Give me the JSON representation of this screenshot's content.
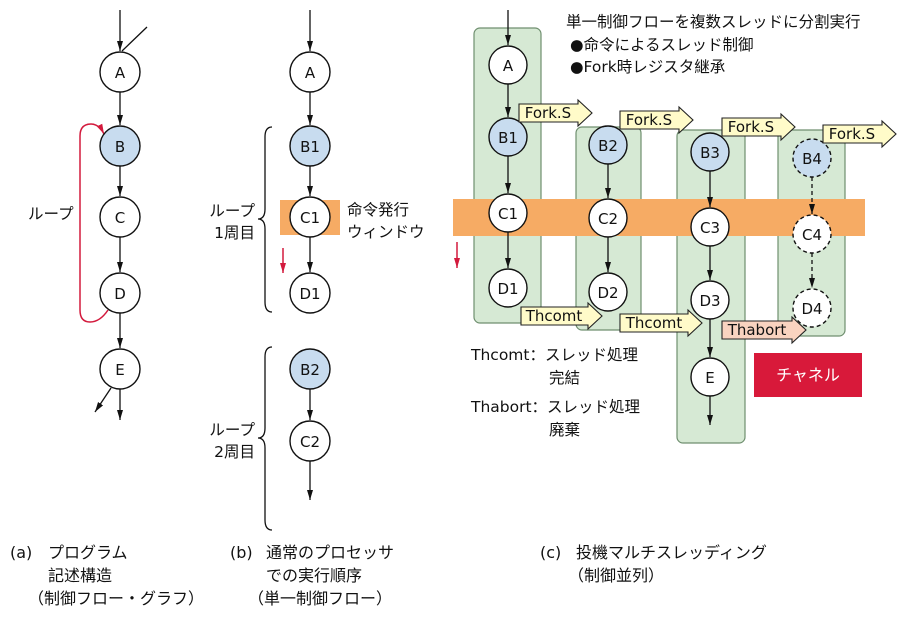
{
  "colors": {
    "node_fill": "#ffffff",
    "highlight_node_fill": "#c8dcef",
    "issue_window_fill": "#f6ab64",
    "thread_panel_fill": "#d6e9d4",
    "accent_red": "#d31a3d",
    "command_arrow_fill": "#fffbc9",
    "thabort_arrow_fill": "#f9d3c0",
    "channel_fill": "#d8193a",
    "channel_text": "#ffffff"
  },
  "diagram_a": {
    "nodes": {
      "a": "A",
      "b": "B",
      "c": "C",
      "d": "D",
      "e": "E"
    },
    "loop_label": "ループ",
    "caption": {
      "tag": "(a)",
      "line1": "プログラム",
      "line2": "記述構造",
      "line3": "（制御フロー・グラフ）"
    }
  },
  "diagram_b": {
    "nodes": {
      "a": "A",
      "b1": "B1",
      "c1": "C1",
      "d1": "D1",
      "b2": "B2",
      "c2": "C2"
    },
    "issue_window_label": [
      "命令発行",
      "ウィンドウ"
    ],
    "loop1_label": [
      "ループ",
      "1周目"
    ],
    "loop2_label": [
      "ループ",
      "2周目"
    ],
    "caption": {
      "tag": "(b)",
      "line1": "通常のプロセッサ",
      "line2": "での実行順序",
      "line3": "（単一制御フロー）"
    }
  },
  "diagram_c": {
    "heading": "単一制御フローを複数スレッドに分割実行",
    "bullets": [
      "●命令によるスレッド制御",
      "●Fork時レジスタ継承"
    ],
    "threads": [
      {
        "nodes": [
          "A",
          "B1",
          "C1",
          "D1"
        ]
      },
      {
        "nodes": [
          "B2",
          "C2",
          "D2"
        ]
      },
      {
        "nodes": [
          "B3",
          "C3",
          "D3",
          "E"
        ]
      },
      {
        "nodes": [
          "B4",
          "C4",
          "D4"
        ]
      }
    ],
    "fork_labels": [
      "Fork.S",
      "Fork.S",
      "Fork.S",
      "Fork.S"
    ],
    "commit_labels": [
      "Thcomt",
      "Thcomt"
    ],
    "abort_label": "Thabort",
    "channel_label": "チャネル",
    "legend": [
      {
        "line1": "Thcomt：スレッド処理",
        "line2": "完結"
      },
      {
        "line1": "Thabort：スレッド処理",
        "line2": "廃棄"
      }
    ],
    "caption": {
      "tag": "(c)",
      "line1": "投機マルチスレッディング",
      "line2": "（制御並列）"
    }
  }
}
